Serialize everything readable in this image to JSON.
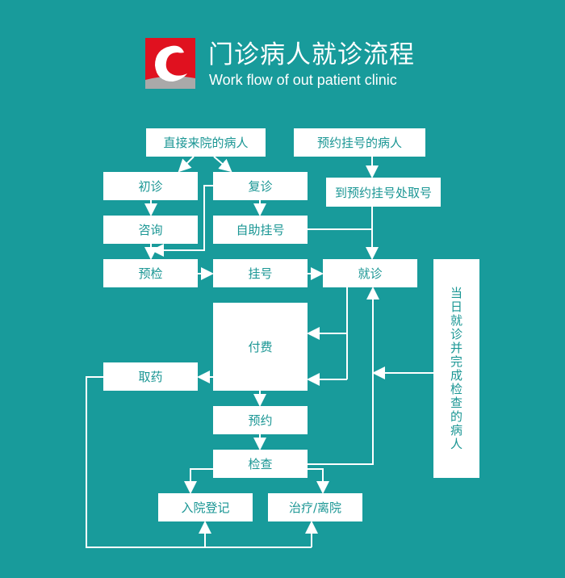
{
  "header": {
    "title": "门诊病人就诊流程",
    "subtitle": "Work flow of out patient clinic",
    "logo_icon": "hospital-c-logo"
  },
  "nodes": {
    "direct": "直接来院的病人",
    "appointment": "预约挂号的病人",
    "first_visit": "初诊",
    "return_visit": "复诊",
    "pickup": "到预约挂号处取号",
    "consult": "咨询",
    "self_register": "自助挂号",
    "precheck": "预检",
    "register": "挂号",
    "visit": "就诊",
    "same_day": "当日就诊并完成检查的病人",
    "pay": "付费",
    "medicine": "取药",
    "book": "预约",
    "exam": "检查",
    "admission": "入院登记",
    "treat": "治疗/离院"
  },
  "colors": {
    "background": "#189b9b",
    "box": "#ffffff",
    "text": "#1a9694",
    "logo_red": "#e0111f"
  }
}
